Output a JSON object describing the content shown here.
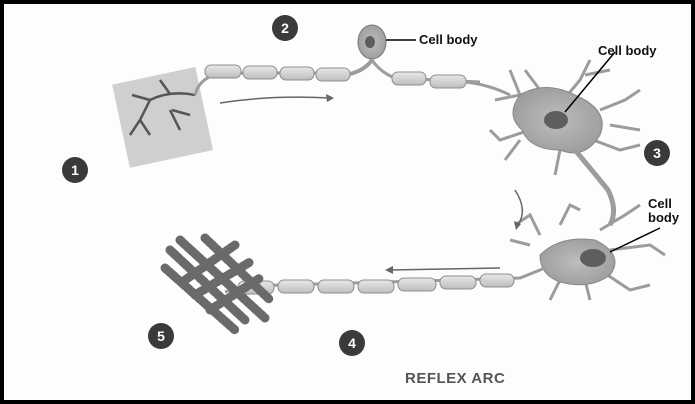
{
  "diagram": {
    "caption": "REFLEX ARC",
    "labels": {
      "cell_body_1": "Cell body",
      "cell_body_2": "Cell body",
      "cell_body_3_line1": "Cell",
      "cell_body_3_line2": "body"
    },
    "badges": [
      "1",
      "2",
      "3",
      "4",
      "5"
    ]
  }
}
